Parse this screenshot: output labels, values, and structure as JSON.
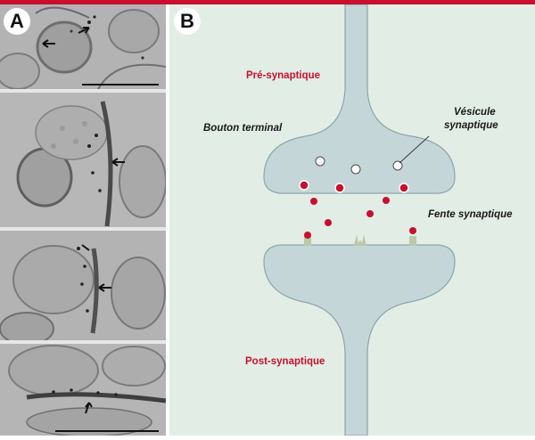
{
  "panel_a": {
    "letter": "A"
  },
  "panel_b": {
    "letter": "B",
    "labels": {
      "pre": "Pré-synaptique",
      "bouton": "Bouton terminal",
      "vesicule_1": "Vésicule",
      "vesicule_2": "synaptique",
      "fente": "Fente synaptique",
      "post": "Post-synaptique"
    }
  },
  "colors": {
    "top_bar": "#c8102e",
    "panel_bg": "#e2ede6",
    "neuron_fill": "#c5d6d9",
    "neuron_stroke": "#8ea5aa",
    "vesicle_red": "#c8102e",
    "vesicle_empty": "#ffffff",
    "receptor": "#bcc9a8",
    "label_red": "#c8102e",
    "label_dark": "#1a1a1a"
  }
}
